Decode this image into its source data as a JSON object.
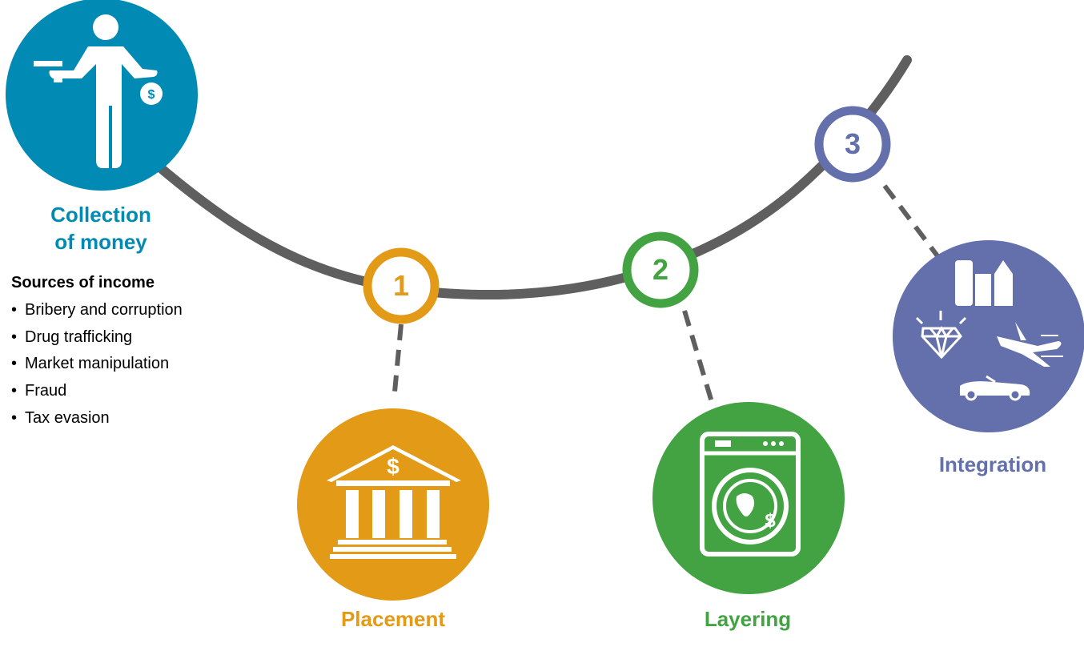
{
  "colors": {
    "collection": "#008ab4",
    "placement": "#e29a17",
    "layering": "#43a343",
    "integration": "#6470ab",
    "path": "#5f5f5f"
  },
  "collection": {
    "title_line1": "Collection",
    "title_line2": "of money",
    "icon": "person-holding-gun-and-money-bag-icon"
  },
  "sources": {
    "heading": "Sources of income",
    "items": [
      "Bribery and corruption",
      "Drug trafficking",
      "Market manipulation",
      "Fraud",
      "Tax evasion"
    ]
  },
  "steps": [
    {
      "number": "1",
      "label": "Placement",
      "icon": "bank-icon"
    },
    {
      "number": "2",
      "label": "Layering",
      "icon": "washing-machine-icon"
    },
    {
      "number": "3",
      "label": "Integration",
      "icon": "luxury-assets-icon"
    }
  ]
}
